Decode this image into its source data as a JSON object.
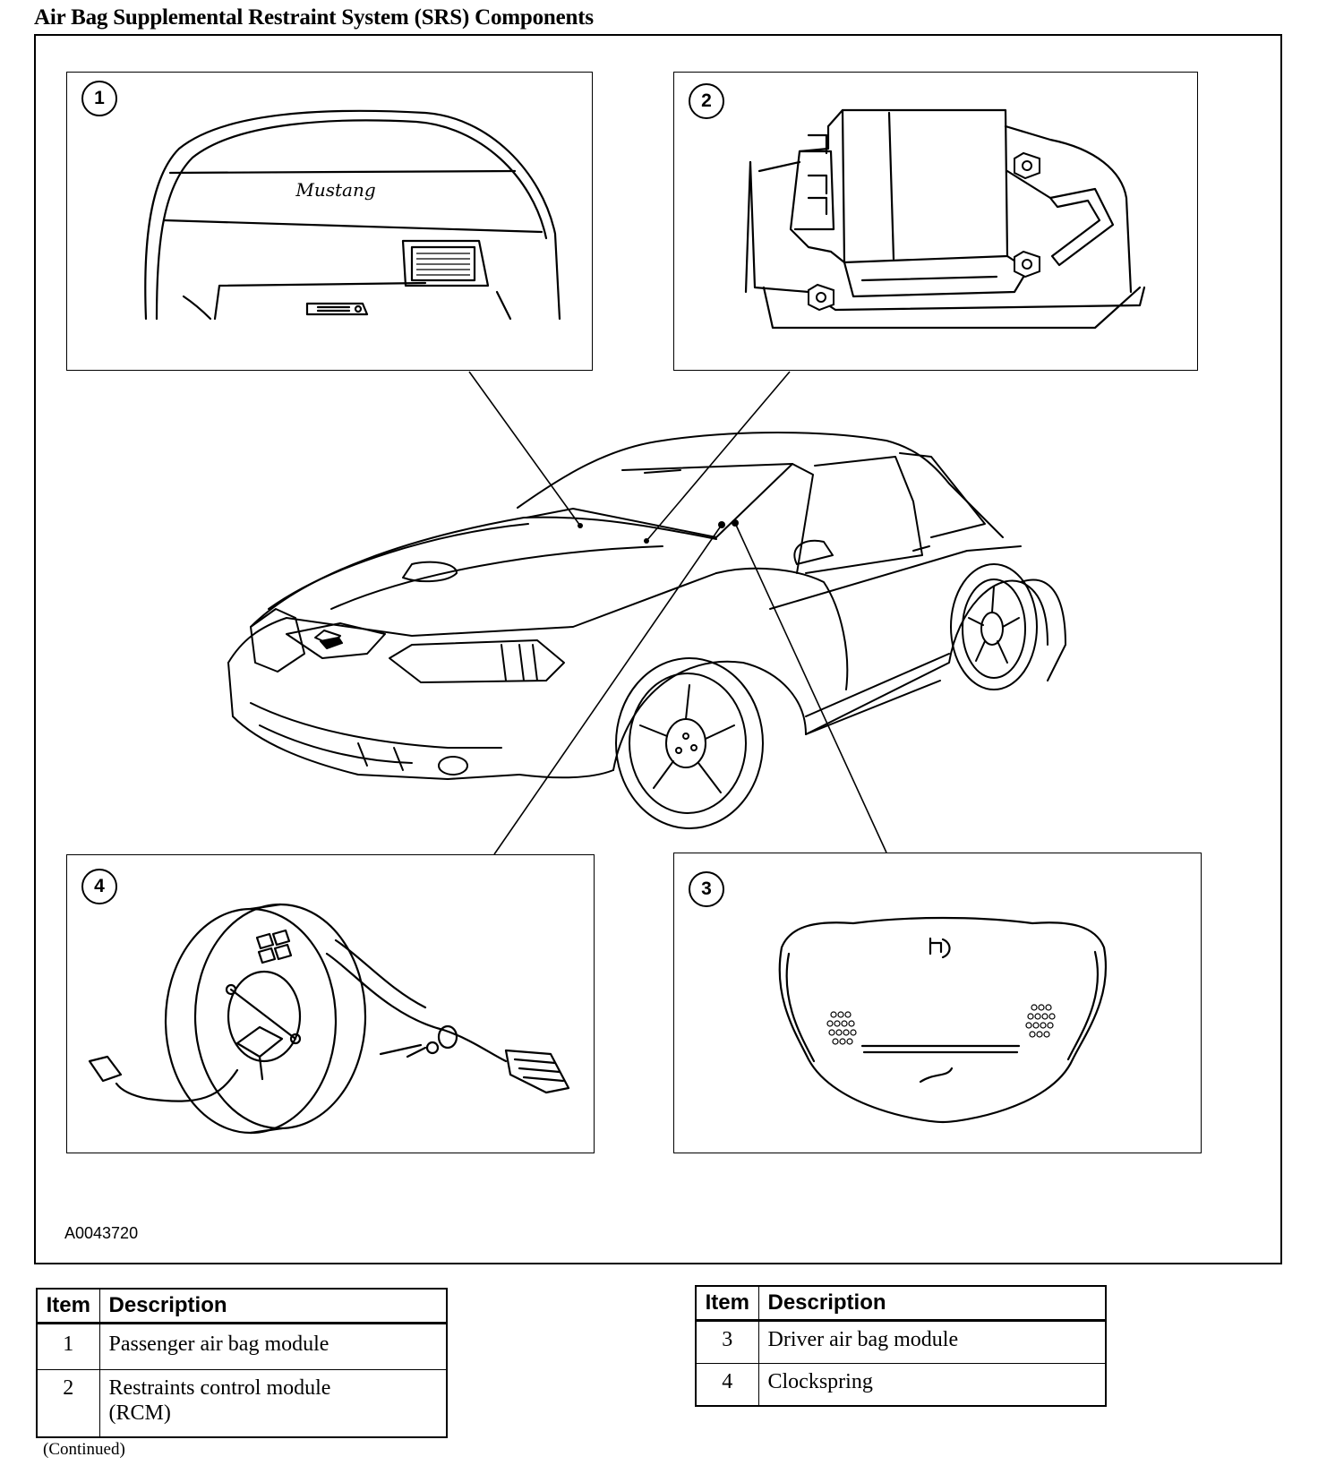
{
  "title": "Air Bag Supplemental Restraint System (SRS) Components",
  "figure": {
    "id": "A0043720",
    "callouts": [
      "1",
      "2",
      "3",
      "4"
    ],
    "panel1_script": "Mustang"
  },
  "tables": {
    "header": {
      "item": "Item",
      "description": "Description"
    },
    "left": [
      {
        "item": "1",
        "description": "Passenger air bag module"
      },
      {
        "item": "2",
        "description": "Restraints control module (RCM)"
      }
    ],
    "right": [
      {
        "item": "3",
        "description": "Driver air bag module"
      },
      {
        "item": "4",
        "description": "Clockspring"
      }
    ]
  },
  "footer": "(Continued)"
}
